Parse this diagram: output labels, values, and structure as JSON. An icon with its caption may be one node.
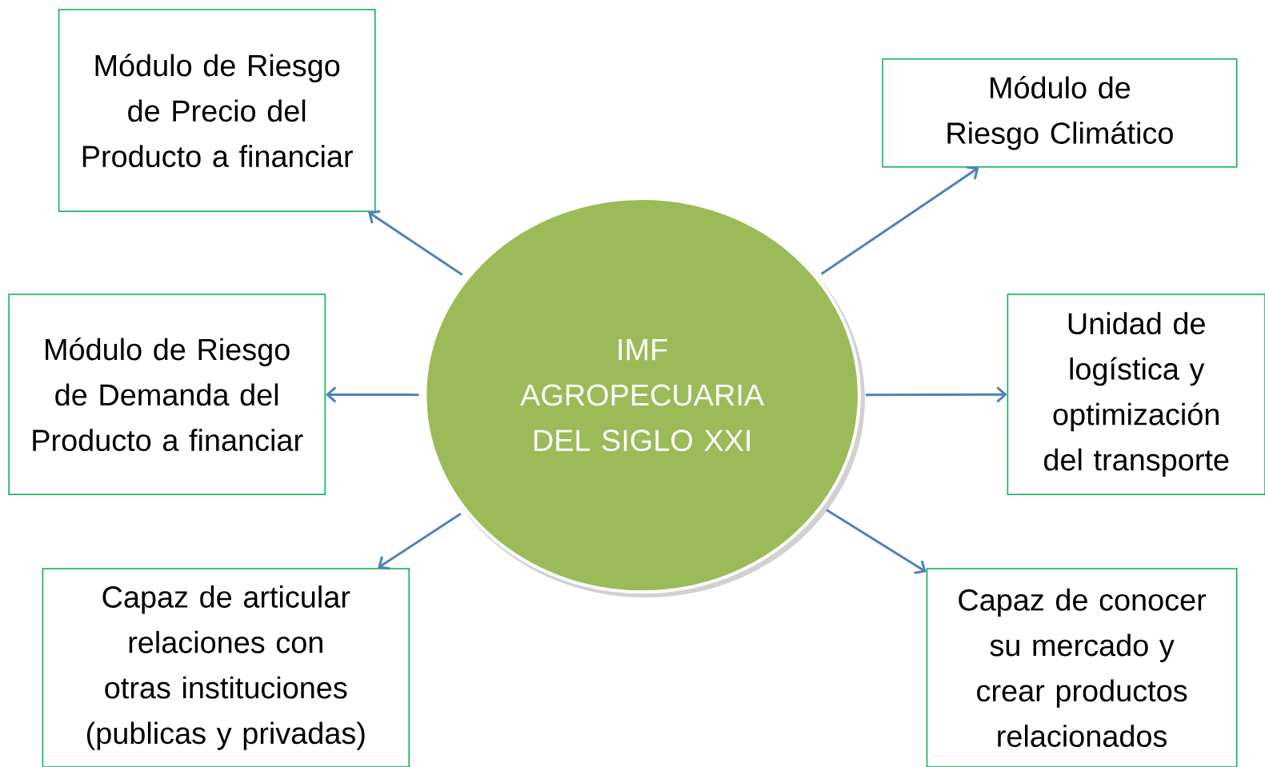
{
  "diagram": {
    "nodes": [
      {
        "text": [
          "IMF AGROPECUARIA DEL SIGLO XXI"
        ]
      },
      {
        "text": [
          "Módulo de Riesgo de Precio del Producto a financiar"
        ]
      },
      {
        "text": [
          "Módulo de Riesgo Climático"
        ]
      },
      {
        "text": [
          "Módulo de Riesgo de Demanda del Producto a financiar"
        ]
      },
      {
        "text": [
          "Unidad de logística y optimización del transporte"
        ]
      },
      {
        "text": [
          "Capaz de articular relaciones con otras instituciones (publicas y privadas)"
        ]
      },
      {
        "text": [
          "Capaz de conocer su mercado y crear productos relacionados"
        ]
      }
    ],
    "edges": [
      {
        "from": 0,
        "to": 1,
        "arrow": "to"
      },
      {
        "from": 0,
        "to": 2,
        "arrow": "to"
      },
      {
        "from": 0,
        "to": 3,
        "arrow": "to"
      },
      {
        "from": 0,
        "to": 4,
        "arrow": "to"
      },
      {
        "from": 0,
        "to": 5,
        "arrow": "to"
      },
      {
        "from": 0,
        "to": 6,
        "arrow": "to"
      }
    ]
  }
}
